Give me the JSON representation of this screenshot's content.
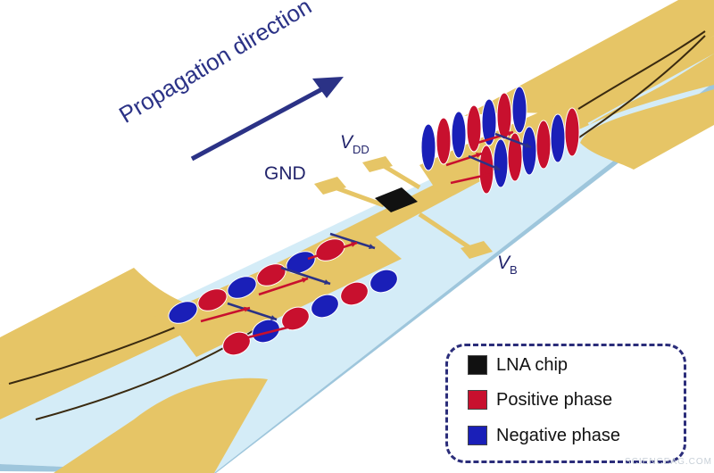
{
  "labels": {
    "propagation": "Propagation direction",
    "gnd": "GND",
    "vdd_main": "V",
    "vdd_sub": "DD",
    "vb_main": "V",
    "vb_sub": "B"
  },
  "legend": {
    "items": [
      {
        "label": "LNA chip",
        "color": "#111111"
      },
      {
        "label": "Positive phase",
        "color": "#c8102e"
      },
      {
        "label": "Negative phase",
        "color": "#1a1fb8"
      }
    ]
  },
  "colors": {
    "gold": "#e6c566",
    "substrate": "#d4ecf7",
    "positive": "#c8102e",
    "negative": "#1a1fb8",
    "arrow": "#2b3286"
  },
  "watermark": "SCIENCEAG.COM"
}
